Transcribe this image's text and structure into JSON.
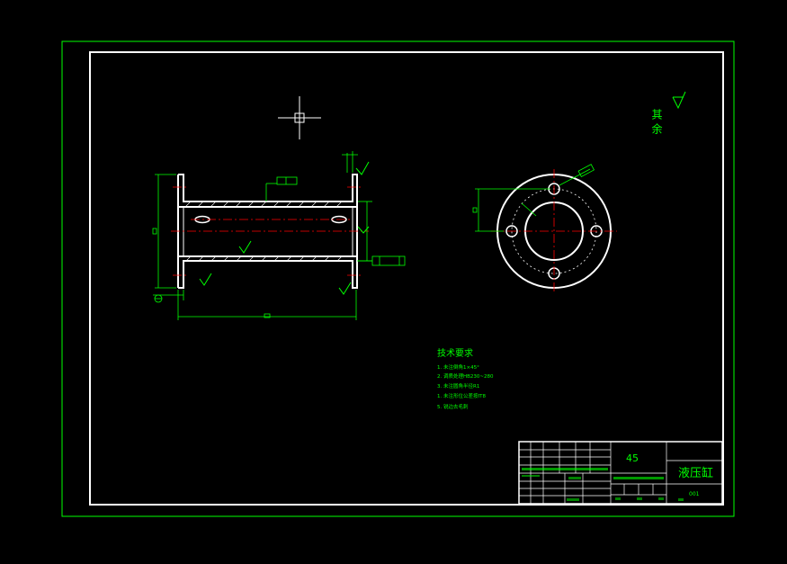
{
  "drawing": {
    "background": "#000000",
    "colors": {
      "outline": "#ffffff",
      "dimension": "#00ff00",
      "centerline": "#ff0000"
    },
    "roughness_label": "其 余",
    "material": "45",
    "part_name": "液压缸",
    "drawing_number": "001",
    "tech_requirements": {
      "title": "技术要求",
      "items": [
        "1. 未注倒角1×45°",
        "2. 调质处理HB230~280",
        "3. 未注圆角半径R1",
        "1. 未注形位公差按IT8",
        "5. 锐边去毛刺"
      ]
    }
  }
}
